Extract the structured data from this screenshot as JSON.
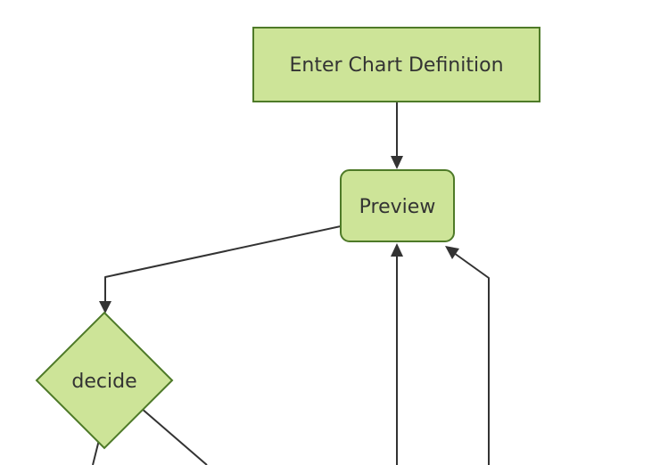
{
  "diagram": {
    "type": "flowchart",
    "orientation": "top-down",
    "colors": {
      "background": "#ffffff",
      "node_fill": "#cde498",
      "node_border": "#4e7a28",
      "edge_color": "#333333",
      "text_color": "#333333"
    },
    "nodes": [
      {
        "id": "enter-chart-definition",
        "label": "Enter Chart Definition",
        "shape": "rectangle"
      },
      {
        "id": "preview",
        "label": "Preview",
        "shape": "rounded-rectangle"
      },
      {
        "id": "decide",
        "label": "decide",
        "shape": "diamond"
      }
    ],
    "edges": [
      {
        "id": "e1",
        "from": "enter-chart-definition",
        "to": "preview",
        "arrow": true
      },
      {
        "id": "e2",
        "from": "preview",
        "to": "decide",
        "arrow": true
      },
      {
        "id": "e3",
        "from": "decide",
        "to": "offscreen-bottom-left",
        "arrow": false
      },
      {
        "id": "e4",
        "from": "decide",
        "to": "offscreen-bottom-right",
        "arrow": false
      },
      {
        "id": "e5",
        "from": "offscreen-bottom",
        "to": "preview",
        "arrow": true
      },
      {
        "id": "e6",
        "from": "offscreen-bottom",
        "to": "preview",
        "arrow": true
      }
    ]
  }
}
